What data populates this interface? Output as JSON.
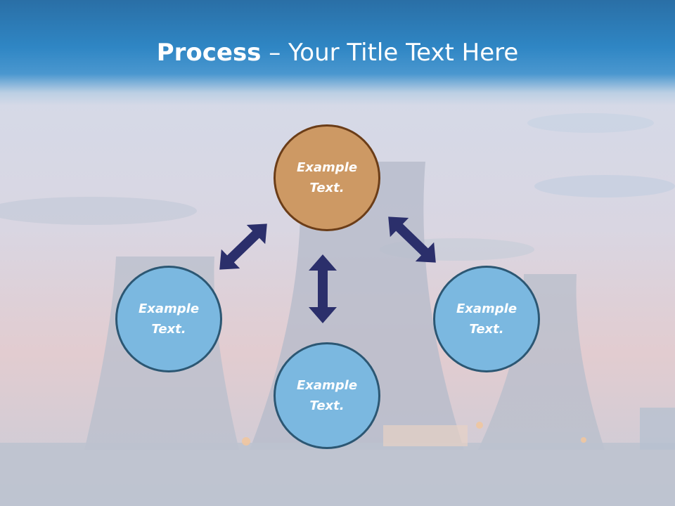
{
  "title": {
    "bold": "Process",
    "rest": " – Your Title Text Here"
  },
  "nodes": {
    "top": {
      "line1": "Example",
      "line2": "Text."
    },
    "left": {
      "line1": "Example",
      "line2": "Text."
    },
    "right": {
      "line1": "Example",
      "line2": "Text."
    },
    "bottom": {
      "line1": "Example",
      "line2": "Text."
    }
  },
  "colors": {
    "header": "#2f86c4",
    "node_blue": "#7bb8e0",
    "node_orange": "#cd9964",
    "arrow": "#2b2f6b"
  }
}
